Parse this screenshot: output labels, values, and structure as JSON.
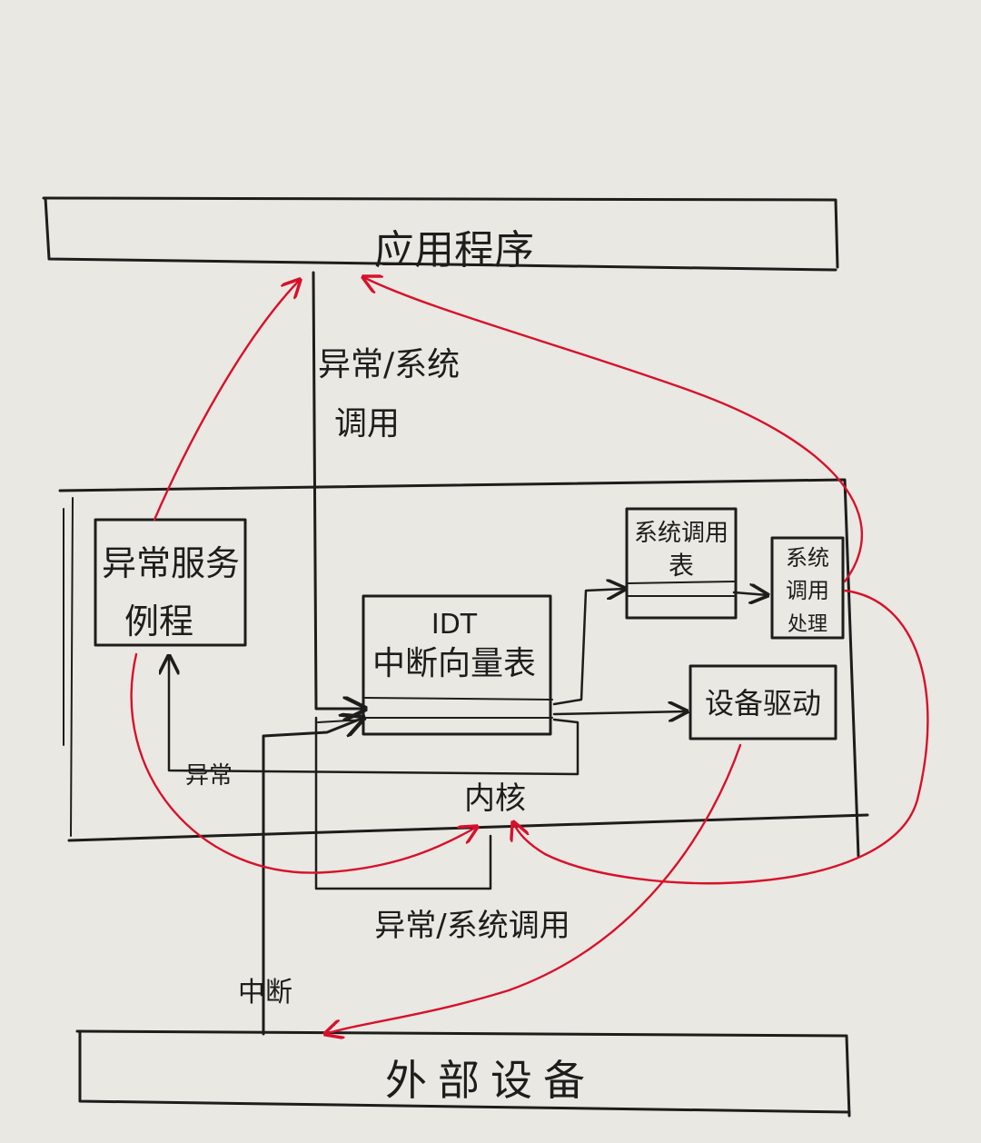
{
  "diagram": {
    "app_layer": "应用程序",
    "app_kernel_link": [
      "异常/系统",
      "调用"
    ],
    "exception_service_routine": [
      "异常服务",
      "例程"
    ],
    "idt": [
      "IDT",
      "中断向量表"
    ],
    "syscall_table": [
      "系统调用",
      "表"
    ],
    "syscall_handler": [
      "系统",
      "调用",
      "处理"
    ],
    "device_driver": "设备驱动",
    "exception_label": "异常",
    "kernel_label": "内核",
    "kernel_entry_label": "异常/系统调用",
    "interrupt_label": "中断",
    "device_layer": "外部设备",
    "colors": {
      "ink": "#1d1d1b",
      "red_flow": "#d8112a",
      "paper": "#e9e8e3"
    }
  }
}
